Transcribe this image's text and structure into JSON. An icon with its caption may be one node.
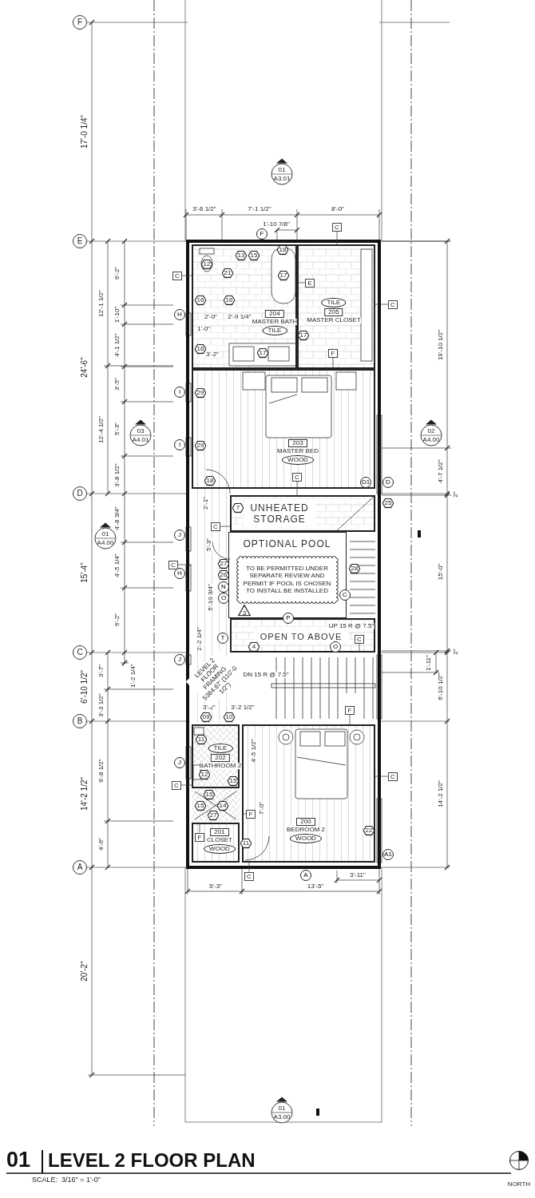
{
  "diagram": {
    "title": "LEVEL 2 FLOOR PLAN",
    "caption": "SCALE:  3/16\" = 1'-0\"",
    "nodes": [
      {
        "text": [
          "204",
          "MASTER BATH",
          "TILE"
        ]
      },
      {
        "text": [
          "TILE",
          "205",
          "MASTER CLOSET"
        ]
      },
      {
        "text": [
          "203",
          "MASTER BED",
          "WOOD"
        ]
      },
      {
        "text": [
          "UNHEATED STORAGE"
        ]
      },
      {
        "text": [
          "OPTIONAL POOL"
        ]
      },
      {
        "text": [
          "TO BE PERMITTED UNDER SEPARATE REVIEW AND PERMIT IF POOL IS CHOSEN TO INSTALL BE INSTALLED"
        ],
        "in": 4
      },
      {
        "text": [
          "OPEN TO ABOVE"
        ]
      },
      {
        "text": [
          "TILE",
          "202",
          "BATHROOM 2"
        ]
      },
      {
        "text": [
          "201",
          "CLOSET",
          "WOOD"
        ]
      },
      {
        "text": [
          "200",
          "BEDROOM 2",
          "WOOD"
        ]
      },
      {
        "text": [
          "C"
        ]
      },
      {
        "text": [
          "E"
        ],
        "in": 1
      },
      {
        "text": [
          "C"
        ]
      },
      {
        "text": [
          "C"
        ]
      },
      {
        "text": [
          "F"
        ],
        "in": 1
      },
      {
        "text": [
          "C"
        ],
        "in": 2
      },
      {
        "text": [
          "C"
        ]
      },
      {
        "text": [
          "C"
        ]
      },
      {
        "text": [
          "C"
        ],
        "in": 6
      },
      {
        "text": [
          "F"
        ]
      },
      {
        "text": [
          "C"
        ]
      },
      {
        "text": [
          "C"
        ]
      },
      {
        "text": [
          "F"
        ],
        "in": 9
      },
      {
        "text": [
          "F"
        ],
        "in": 8
      },
      {
        "text": [
          "C"
        ]
      }
    ],
    "edges": [
      {
        "from": 10,
        "to": 0,
        "arrow": "none"
      },
      {
        "from": 11,
        "to": 0,
        "arrow": "none"
      },
      {
        "from": 12,
        "to": 1,
        "arrow": "none"
      },
      {
        "from": 13,
        "to": 1,
        "arrow": "none"
      },
      {
        "from": 14,
        "to": 2,
        "arrow": "none"
      },
      {
        "from": 15,
        "to": 3,
        "arrow": "none"
      },
      {
        "from": 16,
        "to": 3,
        "arrow": "none"
      },
      {
        "from": 17,
        "to": null,
        "arrow": "none"
      },
      {
        "from": 18,
        "to": 6,
        "arrow": "none"
      },
      {
        "from": 19,
        "to": 9,
        "arrow": "none"
      },
      {
        "from": 20,
        "to": 9,
        "arrow": "none"
      },
      {
        "from": 21,
        "to": 7,
        "arrow": "none"
      },
      {
        "from": 22,
        "to": 9,
        "arrow": "none"
      },
      {
        "from": 23,
        "to": 8,
        "arrow": "none"
      },
      {
        "from": 24,
        "to": 9,
        "arrow": "none"
      }
    ],
    "labels": [
      "01",
      "F",
      "E",
      "D",
      "C",
      "B",
      "A",
      "17'-0 1/4\"",
      "24'-6\"",
      "15'-4\"",
      "6'-10 1/2\"",
      "14'-2 1/2\"",
      "20'-2\"",
      "12'-1 1/2\"",
      "12'-4 1/2\"",
      "3'-7\"",
      "3'-3 1/2\"",
      "9'-8 1/2\"",
      "4'-6\"",
      "6'-2\"",
      "1'-10\"",
      "4'-1 1/2\"",
      "3'-5\"",
      "5'-3\"",
      "3'-8 1/2\"",
      "4'-8 3/4\"",
      "4'-5 1/4\"",
      "6'-2\"",
      "1'-2 1/4\"",
      "01",
      "A3.01",
      "03",
      "A4.01",
      "02",
      "A4.00",
      "01",
      "A4.00",
      "01",
      "A3.00",
      "3'-6 1/2\"",
      "7'-1 1/2\"",
      "8'-0\"",
      "1'-10 7/8\"",
      "19'-10 1/2\"",
      "4'-7 1/2\"",
      "2\"",
      "15'-0\"",
      "2\"",
      "1'-11\"",
      "6'-10 1/2\"",
      "14'-2 1/2\"",
      "3'-11\"",
      "5'-3\"",
      "13'-5\"",
      "F",
      "H",
      "I",
      "I",
      "J",
      "H",
      "J",
      "J",
      "D1",
      "D",
      "A",
      "A1",
      "P",
      "C",
      "O",
      "N",
      "O",
      "T",
      "12",
      "13",
      "15",
      "21",
      "18",
      "17",
      "16",
      "16",
      "17",
      "16",
      "17",
      "29",
      "29",
      "18",
      "7",
      "25",
      "28",
      "27",
      "26",
      "4",
      "09",
      "10",
      "11",
      "12",
      "15",
      "15",
      "15",
      "14",
      "27",
      "11",
      "22",
      "2'-0\"",
      "2'-9 1/4\"",
      "1'-0\"",
      "3'-2\"",
      "2'-1\"",
      "5'-3\"",
      "5'-10 3/4\"",
      "2'-2 1/4\"",
      "3'-2\"",
      "3'-2 1/2\"",
      "4'-5 1/2\"",
      "7'-0\"",
      "3",
      "UP 15 R @ 7.5\"",
      "DN 15 R @ 7.5\"",
      "LEVEL 2 FLOOR FRAMING",
      "5364.67' (110'-0 1/2\")",
      "NORTH"
    ]
  }
}
